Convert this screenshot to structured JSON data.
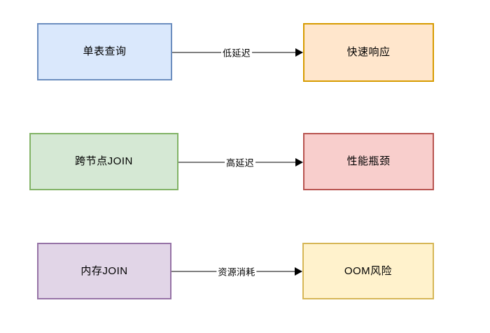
{
  "diagram": {
    "type": "flowchart",
    "background": "#ffffff",
    "rows": [
      {
        "id": "row-1",
        "source": {
          "name": "single-table-query",
          "label": "单表查询",
          "fill": "#dae8fc",
          "stroke": "#6c8ebf"
        },
        "edge": {
          "name": "low-latency",
          "label": "低延迟",
          "color": "#000000",
          "arrow": "right"
        },
        "target": {
          "name": "fast-response",
          "label": "快速响应",
          "fill": "#ffe6cc",
          "stroke": "#d79b00"
        }
      },
      {
        "id": "row-2",
        "source": {
          "name": "cross-node-join",
          "label": "跨节点JOIN",
          "fill": "#d5e8d4",
          "stroke": "#82b366"
        },
        "edge": {
          "name": "high-latency",
          "label": "高延迟",
          "color": "#000000",
          "arrow": "right"
        },
        "target": {
          "name": "perf-bottleneck",
          "label": "性能瓶颈",
          "fill": "#f8cecc",
          "stroke": "#b85450"
        }
      },
      {
        "id": "row-3",
        "source": {
          "name": "memory-join",
          "label": "内存JOIN",
          "fill": "#e1d5e7",
          "stroke": "#9673a6"
        },
        "edge": {
          "name": "resource-consumption",
          "label": "资源消耗",
          "color": "#000000",
          "arrow": "right"
        },
        "target": {
          "name": "oom-risk",
          "label": "OOM风险",
          "fill": "#fff2cc",
          "stroke": "#d6b656"
        }
      }
    ]
  }
}
